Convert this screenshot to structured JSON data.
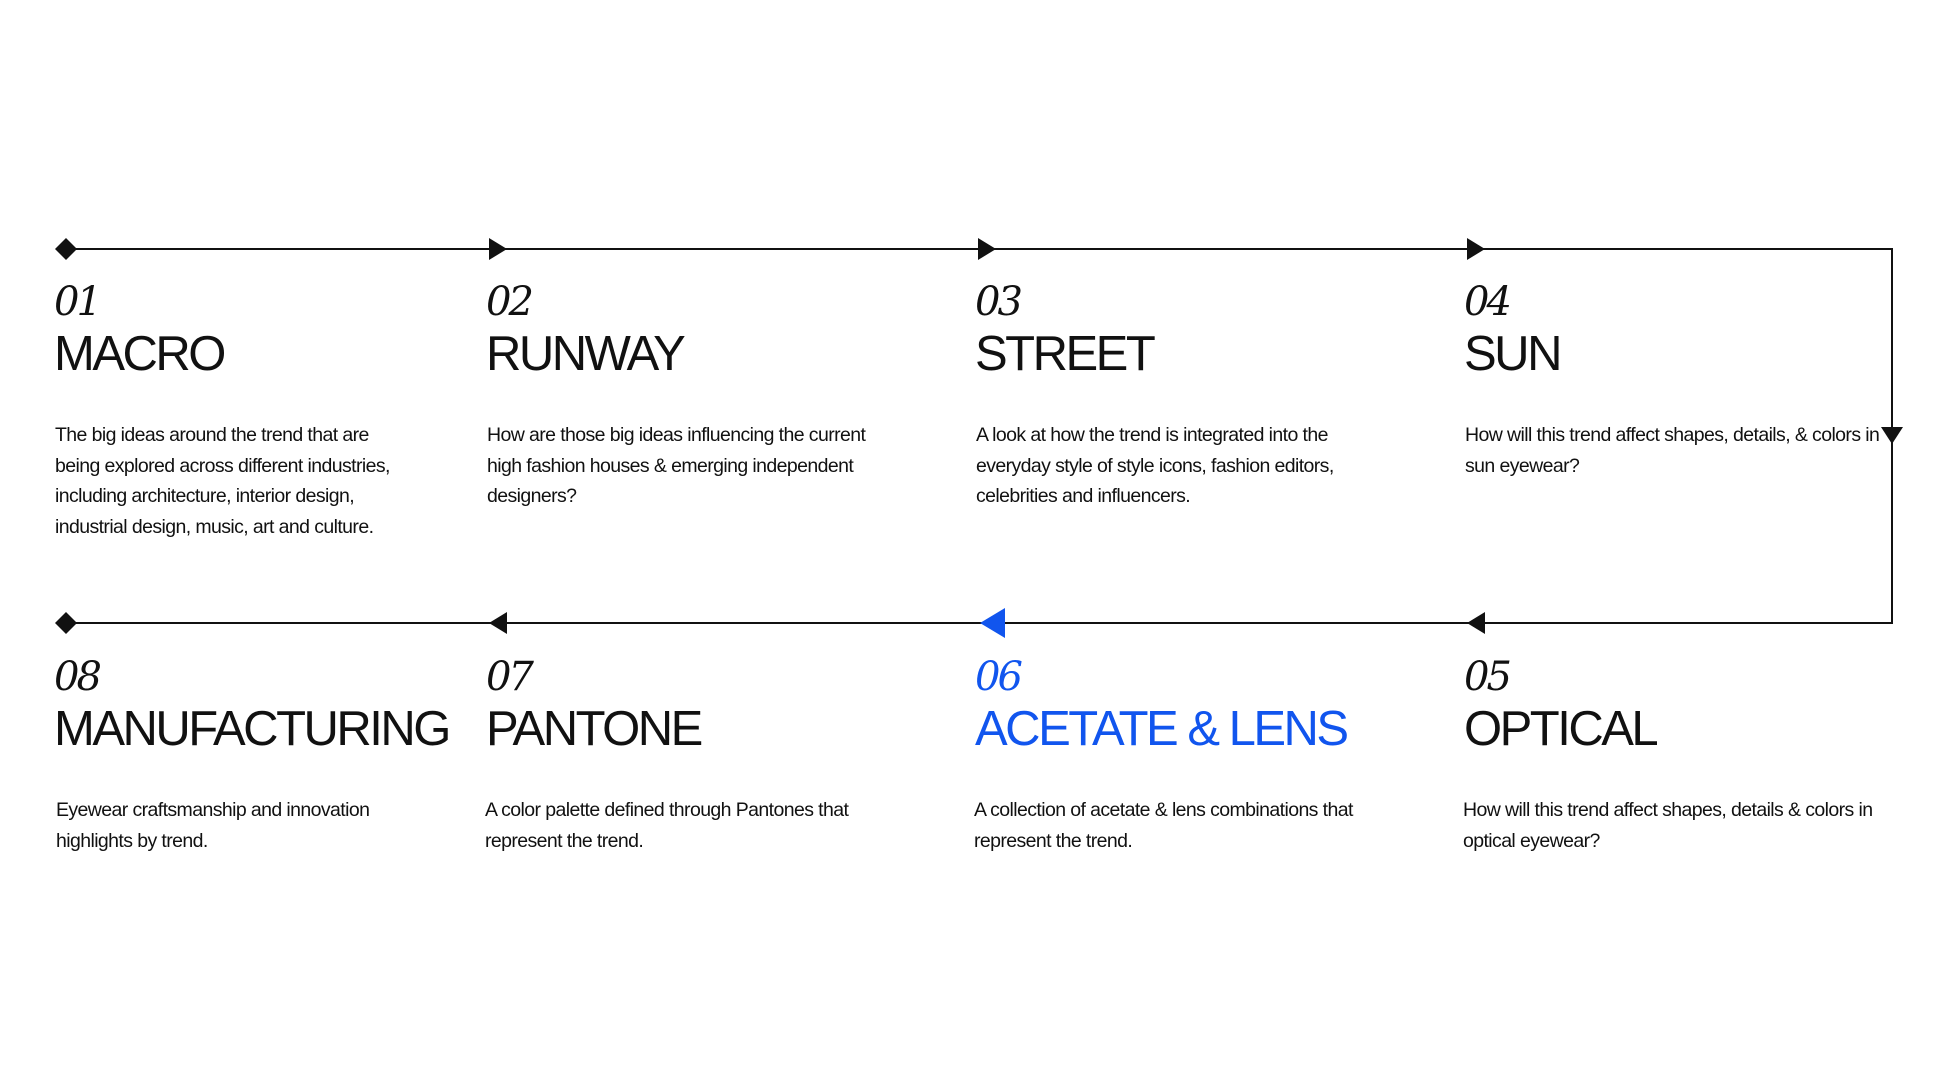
{
  "colors": {
    "line": "#111111",
    "accent": "#1155ee"
  },
  "steps": [
    {
      "number": "01",
      "title": "MACRO",
      "description": "The big ideas around the trend that are being explored across different industries, including architecture, interior design, industrial design, music, art and culture."
    },
    {
      "number": "02",
      "title": "RUNWAY",
      "description": "How are those big ideas influencing the current high fashion houses & emerging independent designers?"
    },
    {
      "number": "03",
      "title": "STREET",
      "description": "A look at how the trend is integrated into the everyday style of style icons, fashion editors, celebrities and influencers."
    },
    {
      "number": "04",
      "title": "SUN",
      "description": "How will this trend affect shapes, details, & colors in sun eyewear?"
    },
    {
      "number": "05",
      "title": "OPTICAL",
      "description": "How will this trend affect shapes, details & colors in optical eyewear?"
    },
    {
      "number": "06",
      "title": "ACETATE & LENS",
      "description": "A collection of acetate & lens combinations that represent the trend.",
      "highlighted": true
    },
    {
      "number": "07",
      "title": "PANTONE",
      "description": "A color palette defined through Pantones that represent the trend."
    },
    {
      "number": "08",
      "title": "MANUFACTURING",
      "description": "Eyewear craftsmanship and innovation highlights by trend."
    }
  ]
}
